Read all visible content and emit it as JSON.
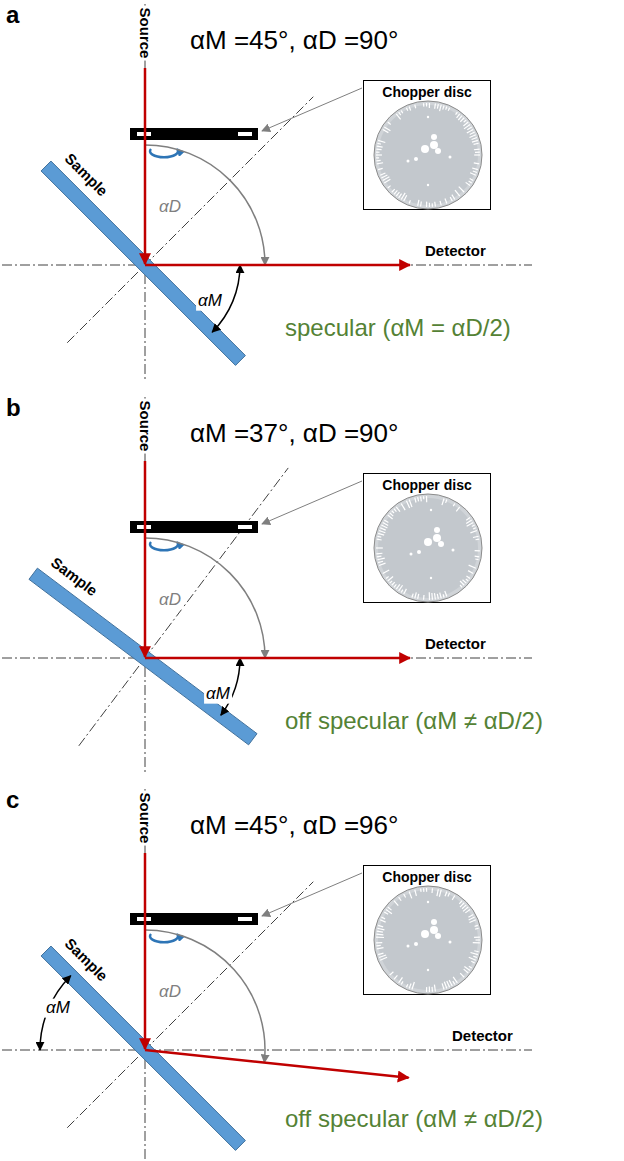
{
  "diagram": {
    "nodes": [
      {
        "text": [
          "Chopper disc"
        ]
      },
      {
        "text": [
          "Chopper disc"
        ]
      },
      {
        "text": [
          "Chopper disc"
        ]
      }
    ],
    "labels": [
      "a",
      "αM =45°, αD =90°",
      "Source",
      "Sample",
      "Detector",
      "αD",
      "αM",
      "specular (αM = αD/2)",
      "b",
      "αM =37°, αD =90°",
      "Source",
      "Sample",
      "Detector",
      "αD",
      "αM",
      "off specular (αM ≠ αD/2)",
      "c",
      "αM =45°, αD =96°",
      "Source",
      "Sample",
      "Detector",
      "αD",
      "αM",
      "off specular (αM ≠ αD/2)"
    ]
  }
}
